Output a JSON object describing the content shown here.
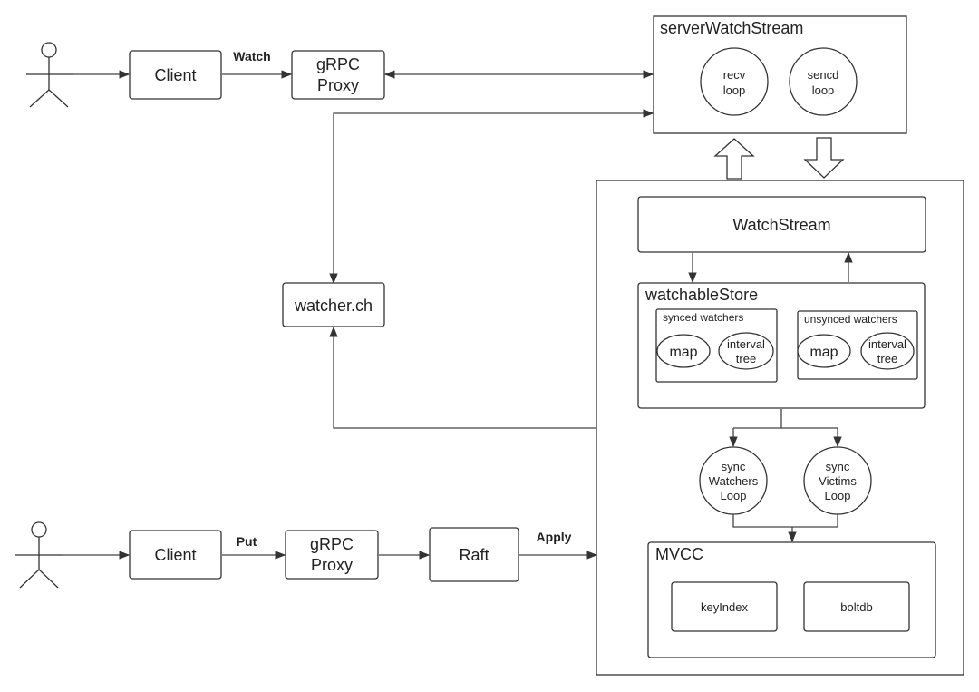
{
  "diagram": {
    "watch_flow": {
      "actor": "user-actor",
      "client": "Client",
      "edge_label": "Watch",
      "grpc_proxy": [
        "gRPC",
        "Proxy"
      ]
    },
    "put_flow": {
      "actor": "user-actor",
      "client": "Client",
      "edge_label_put": "Put",
      "grpc_proxy": [
        "gRPC",
        "Proxy"
      ],
      "raft": "Raft",
      "edge_label_apply": "Apply"
    },
    "server_watch_stream": {
      "title": "serverWatchStream",
      "recv_loop": [
        "recv",
        "loop"
      ],
      "send_loop": [
        "sencd",
        "loop"
      ]
    },
    "watcher_ch": "watcher.ch",
    "server": {
      "watch_stream": "WatchStream",
      "watchable_store": {
        "title": "watchableStore",
        "synced": {
          "title": "synced watchers",
          "map": "map",
          "interval_tree": [
            "interval",
            "tree"
          ]
        },
        "unsynced": {
          "title": "unsynced watchers",
          "map": "map",
          "interval_tree": [
            "interval",
            "tree"
          ]
        }
      },
      "sync_watchers_loop": [
        "sync",
        "Watchers",
        "Loop"
      ],
      "sync_victims_loop": [
        "sync",
        "Victims",
        "Loop"
      ],
      "mvcc": {
        "title": "MVCC",
        "key_index": "keyIndex",
        "boltdb": "boltdb"
      }
    }
  }
}
